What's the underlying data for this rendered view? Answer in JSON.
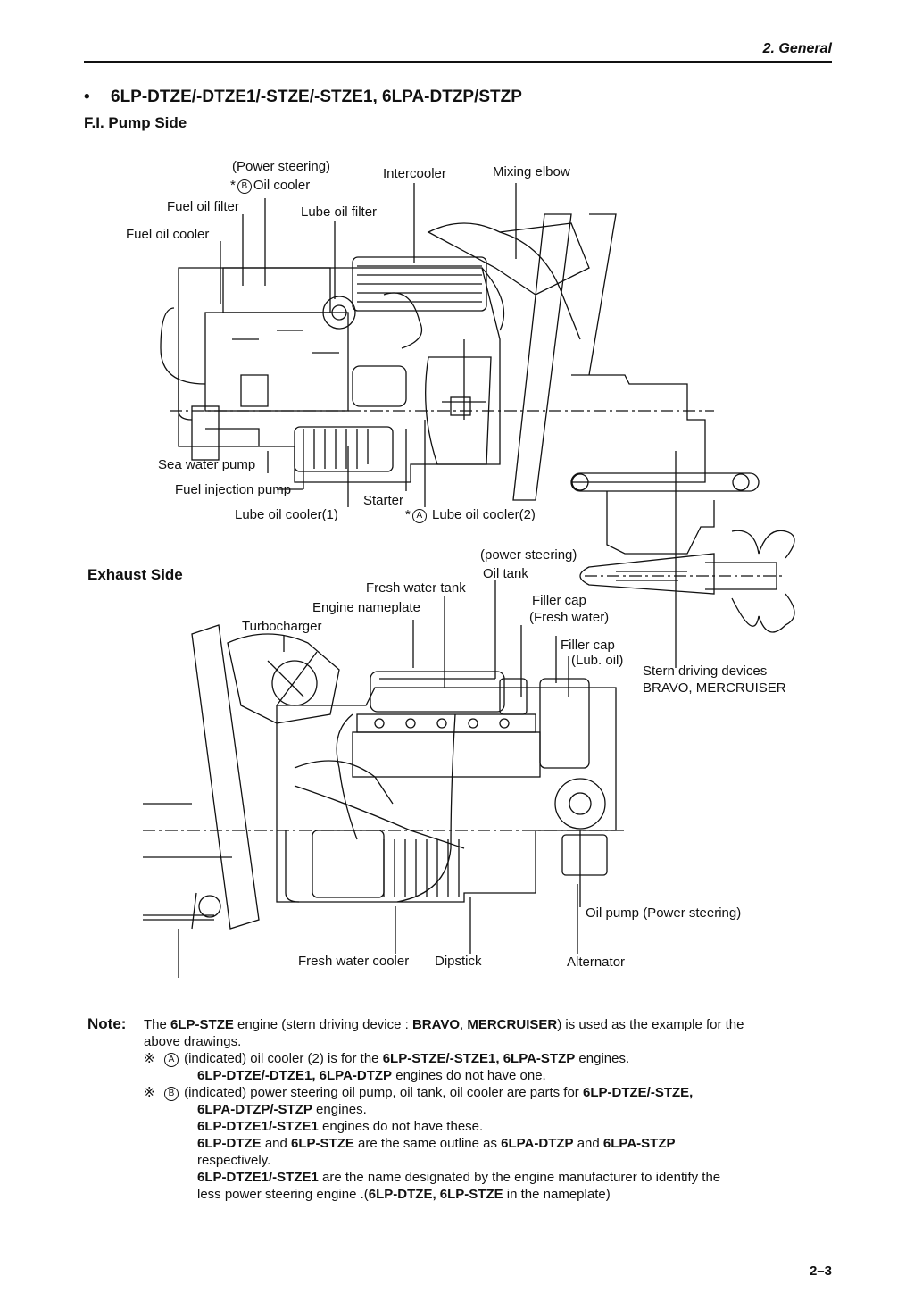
{
  "header": {
    "section": "2.  General"
  },
  "title": {
    "models": "6LP-DTZE/-DTZE1/-STZE/-STZE1, 6LPA-DTZP/STZP",
    "pump_side": "F.I. Pump Side",
    "exhaust_side": "Exhaust Side"
  },
  "pump_side_labels": {
    "power_steering": "(Power steering)",
    "b_oil_cooler": "Oil cooler",
    "intercooler": "Intercooler",
    "mixing_elbow": "Mixing elbow",
    "fuel_oil_filter": "Fuel oil filter",
    "lube_oil_filter": "Lube oil filter",
    "fuel_oil_cooler": "Fuel oil cooler",
    "sea_water_pump": "Sea water pump",
    "fuel_injection_pump": "Fuel injection pump",
    "starter": "Starter",
    "lube_oil_cooler_1": "Lube oil cooler(1)",
    "lube_oil_cooler_2": "Lube oil cooler(2)"
  },
  "exhaust_side_labels": {
    "power_steering": "(power steering)",
    "oil_tank": "Oil tank",
    "fresh_water_tank": "Fresh water tank",
    "filler_cap_fresh_1": "Filler cap",
    "filler_cap_fresh_2": "(Fresh water)",
    "engine_nameplate": "Engine nameplate",
    "turbocharger": "Turbocharger",
    "filler_cap_lub_1": "Filler cap",
    "filler_cap_lub_2": "(Lub. oil)",
    "stern_1": "Stern driving devices",
    "stern_2": "BRAVO, MERCRUISER",
    "oil_pump": "Oil pump (Power steering)",
    "fresh_water_cooler": "Fresh water cooler",
    "dipstick": "Dipstick",
    "alternator": "Alternator"
  },
  "marks": {
    "asterisk": "*",
    "ref_mark": "※",
    "a": "A",
    "b": "B"
  },
  "note": {
    "label": "Note:",
    "p1_a": "The ",
    "p1_b": "6LP-STZE",
    "p1_c": " engine (stern driving device : ",
    "p1_d": "BRAVO",
    "p1_e": ", ",
    "p1_f": "MERCRUISER",
    "p1_g": ") is used as the example for the",
    "p1_h": "above drawings.",
    "a1_a": " (indicated) oil cooler (2) is for the ",
    "a1_b": "6LP-STZE/-STZE1, 6LPA-STZP",
    "a1_c": " engines.",
    "a2_a": "6LP-DTZE/-DTZE1, 6LPA-DTZP",
    "a2_b": " engines do not have one.",
    "b1_a": " (indicated) power steering oil pump, oil tank, oil cooler are parts for ",
    "b1_b": "6LP-DTZE/-STZE,",
    "b2_a": "6LPA-DTZP/-STZP",
    "b2_b": " engines.",
    "b3_a": "6LP-DTZE1/-STZE1",
    "b3_b": " engines do not have these.",
    "b4_a": "6LP-DTZE",
    "b4_b": " and ",
    "b4_c": "6LP-STZE",
    "b4_d": " are the same outline as ",
    "b4_e": "6LPA-DTZP",
    "b4_f": " and ",
    "b4_g": "6LPA-STZP",
    "b5": "respectively.",
    "b6_a": "6LP-DTZE1/-STZE1",
    "b6_b": " are the name designated by the engine manufacturer to identify the",
    "b7_a": "less power steering engine .(",
    "b7_b": "6LP-DTZE, 6LP-STZE",
    "b7_c": " in the nameplate)"
  },
  "footer": {
    "page": "2–3"
  }
}
